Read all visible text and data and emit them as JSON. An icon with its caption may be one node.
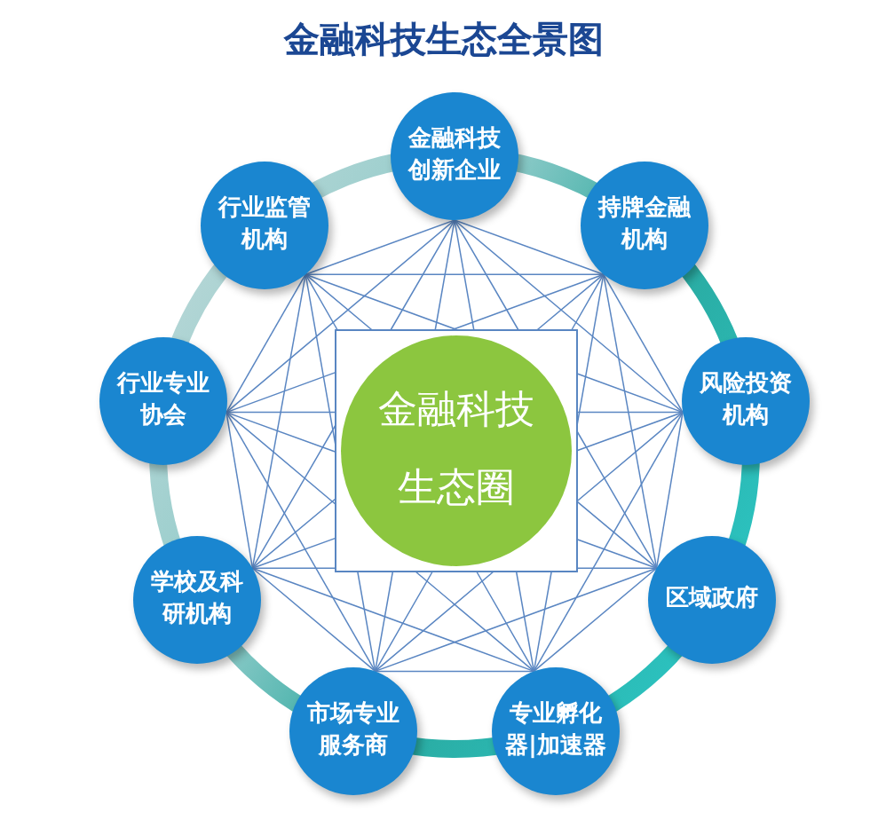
{
  "diagram": {
    "title": "金融科技生态全景图",
    "nodes": [
      {
        "text": [
          "金融科技创新企业"
        ]
      },
      {
        "text": [
          "持牌金融机构"
        ]
      },
      {
        "text": [
          "风险投资机构"
        ]
      },
      {
        "text": [
          "区域政府"
        ]
      },
      {
        "text": [
          "专业孵化器|加速器"
        ]
      },
      {
        "text": [
          "市场专业服务商"
        ]
      },
      {
        "text": [
          "学校及科研机构"
        ]
      },
      {
        "text": [
          "行业专业协会"
        ]
      },
      {
        "text": [
          "行业监管机构"
        ]
      },
      {
        "text": [
          "金融科技生态圈"
        ]
      }
    ],
    "edges": [
      {
        "from": 0,
        "to": 1,
        "arrow": "none"
      },
      {
        "from": 0,
        "to": 2,
        "arrow": "none"
      },
      {
        "from": 0,
        "to": 3,
        "arrow": "none"
      },
      {
        "from": 0,
        "to": 4,
        "arrow": "none"
      },
      {
        "from": 0,
        "to": 5,
        "arrow": "none"
      },
      {
        "from": 0,
        "to": 6,
        "arrow": "none"
      },
      {
        "from": 0,
        "to": 7,
        "arrow": "none"
      },
      {
        "from": 0,
        "to": 8,
        "arrow": "none"
      },
      {
        "from": 1,
        "to": 2,
        "arrow": "none"
      },
      {
        "from": 1,
        "to": 3,
        "arrow": "none"
      },
      {
        "from": 1,
        "to": 4,
        "arrow": "none"
      },
      {
        "from": 1,
        "to": 5,
        "arrow": "none"
      },
      {
        "from": 1,
        "to": 6,
        "arrow": "none"
      },
      {
        "from": 1,
        "to": 7,
        "arrow": "none"
      },
      {
        "from": 1,
        "to": 8,
        "arrow": "none"
      },
      {
        "from": 2,
        "to": 3,
        "arrow": "none"
      },
      {
        "from": 2,
        "to": 4,
        "arrow": "none"
      },
      {
        "from": 2,
        "to": 5,
        "arrow": "none"
      },
      {
        "from": 2,
        "to": 6,
        "arrow": "none"
      },
      {
        "from": 2,
        "to": 7,
        "arrow": "none"
      },
      {
        "from": 2,
        "to": 8,
        "arrow": "none"
      },
      {
        "from": 3,
        "to": 4,
        "arrow": "none"
      },
      {
        "from": 3,
        "to": 5,
        "arrow": "none"
      },
      {
        "from": 3,
        "to": 6,
        "arrow": "none"
      },
      {
        "from": 3,
        "to": 7,
        "arrow": "none"
      },
      {
        "from": 3,
        "to": 8,
        "arrow": "none"
      },
      {
        "from": 4,
        "to": 5,
        "arrow": "none"
      },
      {
        "from": 4,
        "to": 6,
        "arrow": "none"
      },
      {
        "from": 4,
        "to": 7,
        "arrow": "none"
      },
      {
        "from": 4,
        "to": 8,
        "arrow": "none"
      },
      {
        "from": 5,
        "to": 6,
        "arrow": "none"
      },
      {
        "from": 5,
        "to": 7,
        "arrow": "none"
      },
      {
        "from": 5,
        "to": 8,
        "arrow": "none"
      },
      {
        "from": 6,
        "to": 7,
        "arrow": "none"
      },
      {
        "from": 6,
        "to": 8,
        "arrow": "none"
      },
      {
        "from": 7,
        "to": 8,
        "arrow": "none"
      }
    ]
  }
}
